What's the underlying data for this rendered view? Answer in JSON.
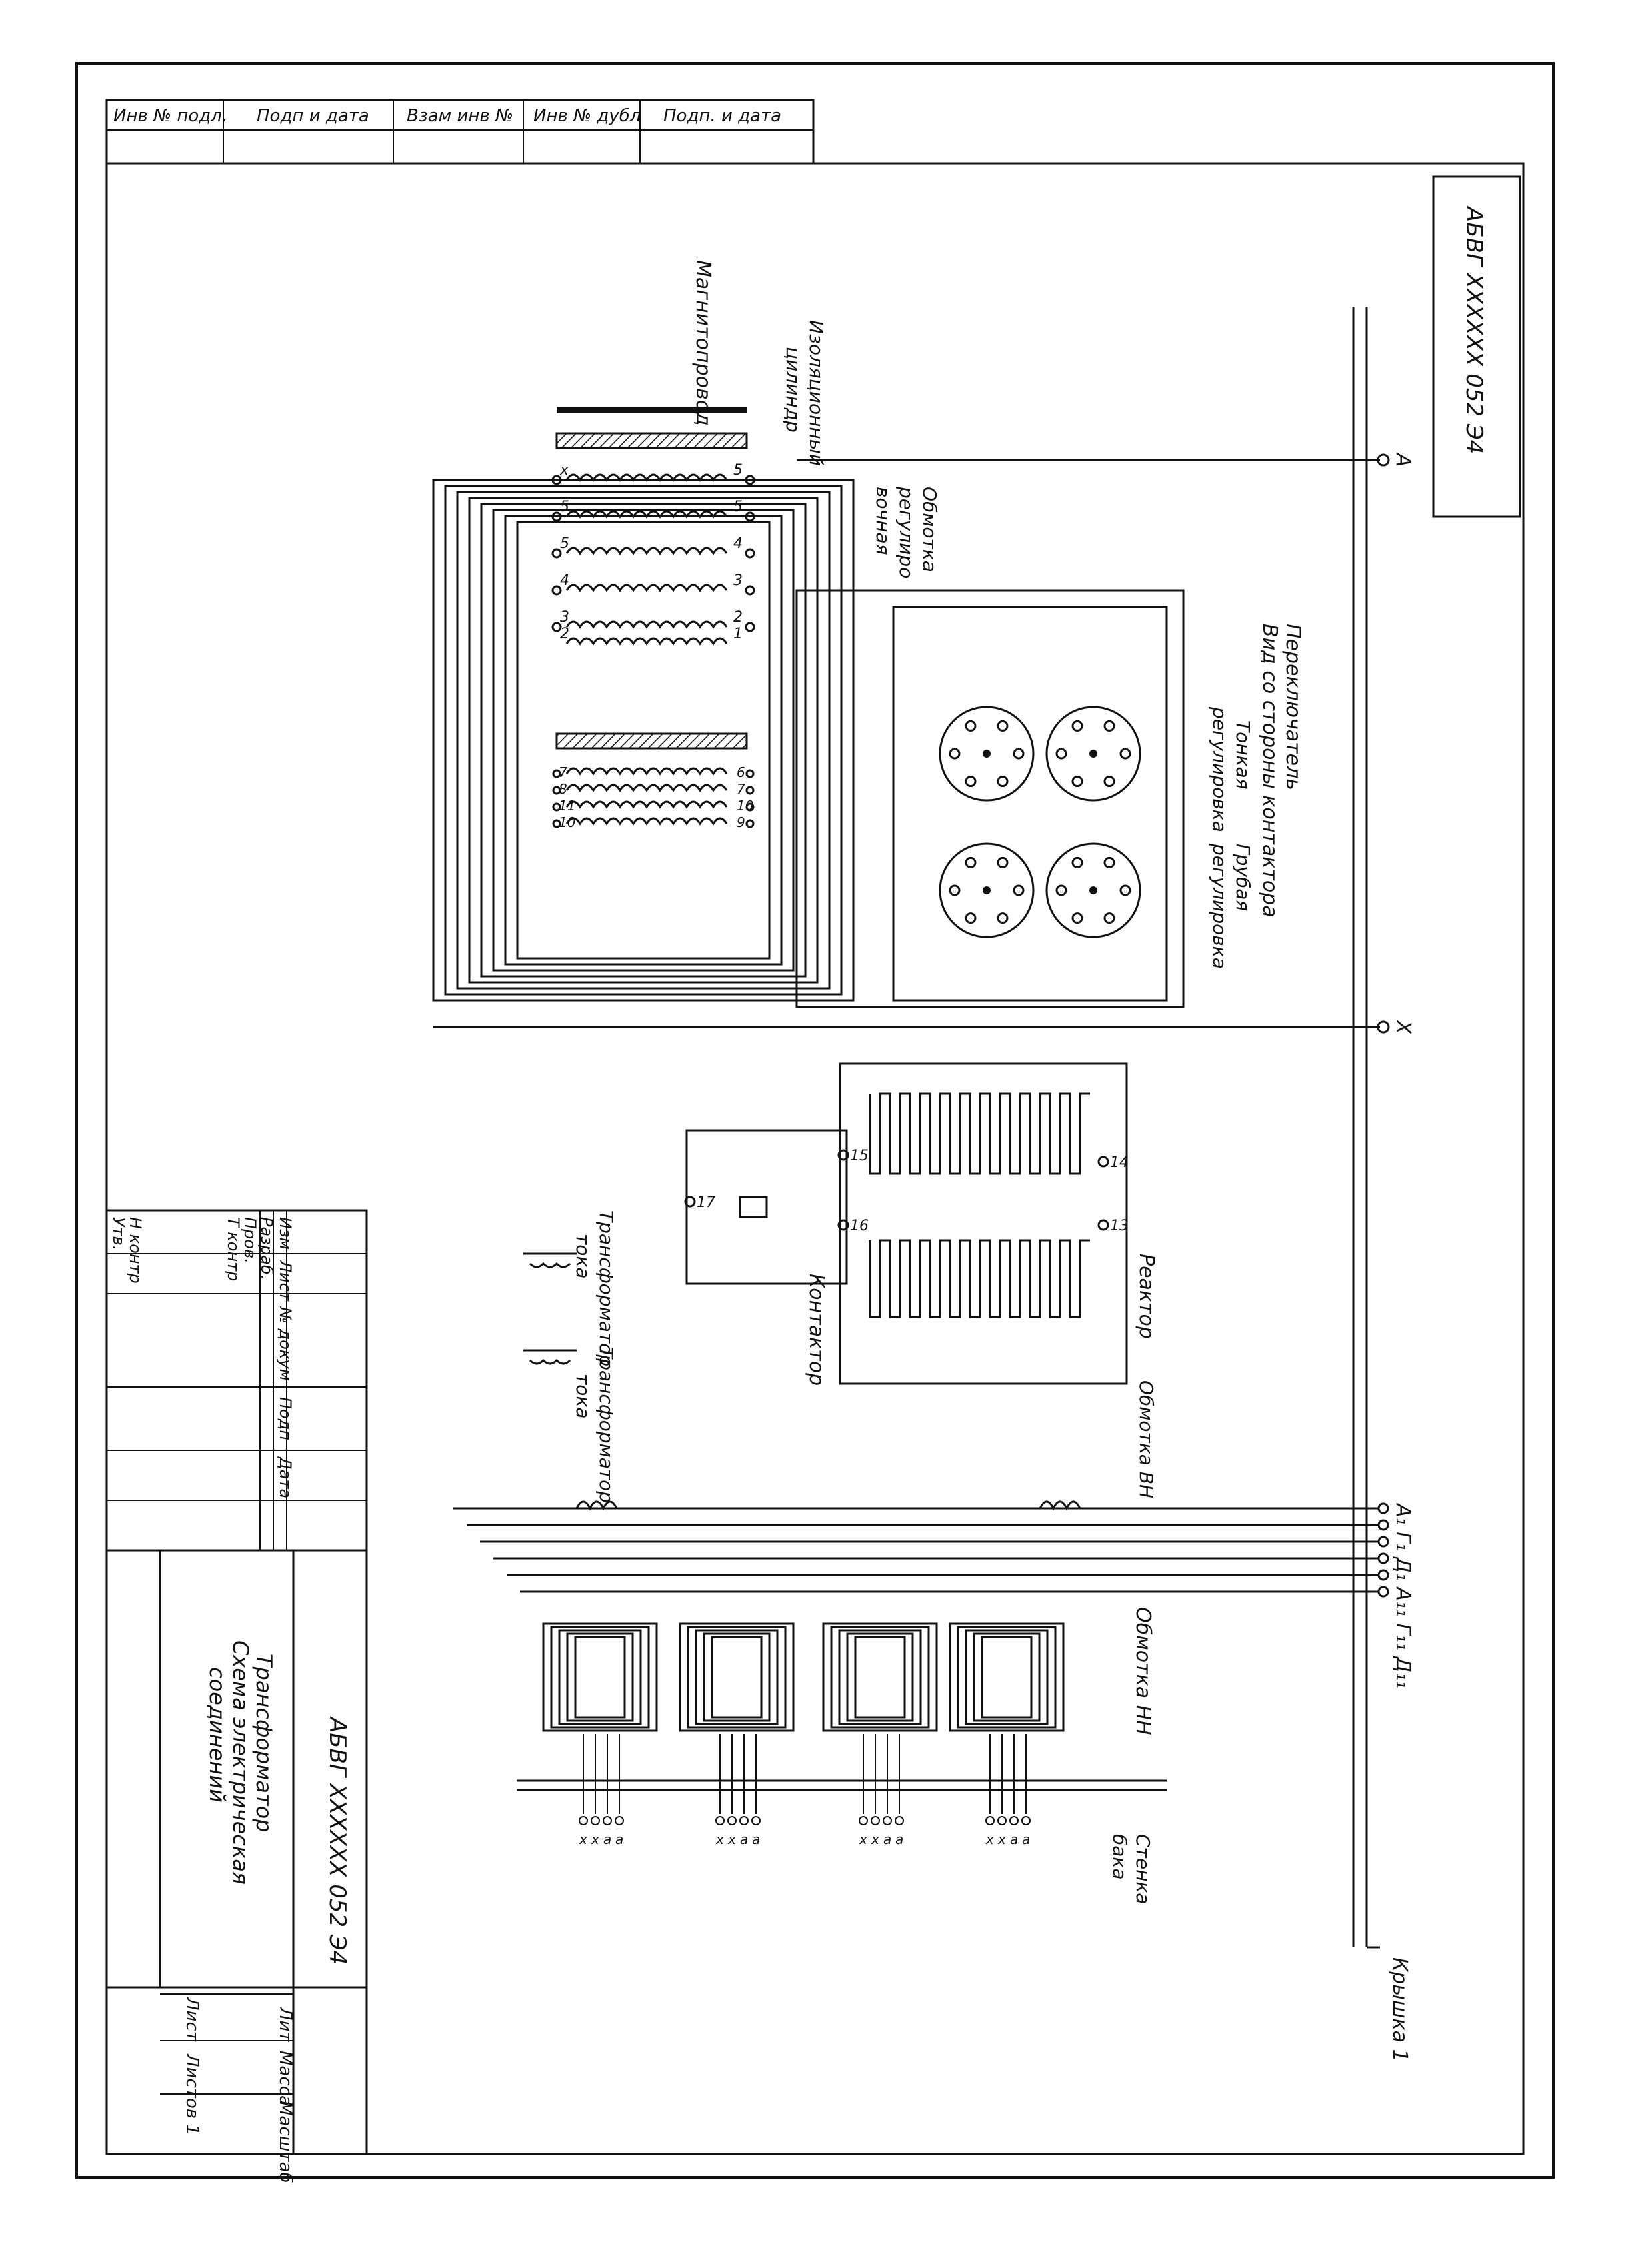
{
  "stamp_top": {
    "columns": [
      "Инв № подл.",
      "Подп и дата",
      "Взам инв №",
      "Инв № дубл",
      "Подп. и дата"
    ]
  },
  "doc_code": "АБВГ XXXXXX 052 Э4",
  "labels": {
    "magnetoprovod": "Магнитопровод",
    "insulation": [
      "Изоляционный",
      "цилиндр"
    ],
    "winding_reg": [
      "Обмотка",
      "регулиро",
      "вочная"
    ],
    "switch_title": [
      "Переключатель",
      "Вид со стороны контактора"
    ],
    "fine": [
      "Тонкая",
      "регулировка"
    ],
    "coarse": [
      "Грубая",
      "регулировка"
    ],
    "reactor": "Реактор",
    "contactor": "Контактор",
    "ct1": [
      "Трансформатор",
      "тока"
    ],
    "ct2": [
      "Трансформатор",
      "тока"
    ],
    "winding_hv": "Обмотка ВН",
    "winding_lv": "Обмотка НН",
    "tank_wall": [
      "Стенка",
      "бака"
    ],
    "lid": "Крышка 1",
    "term_A": "А",
    "term_X": "Х",
    "term_x": "х",
    "hv_terminals": "А₁ Г₁ Д₁ А₁₁ Г₁₁ Д₁₁",
    "lv_terms": [
      "х",
      "х",
      "а",
      "а"
    ],
    "reactor_terms": [
      "15",
      "16",
      "14",
      "13",
      "17"
    ]
  },
  "tap_numbers_top": [
    "1",
    "2",
    "3",
    "4",
    "5",
    "5"
  ],
  "tap_numbers_bottom": [
    "2",
    "3",
    "4",
    "5",
    "5",
    "х"
  ],
  "fine_taps_top": [
    "6",
    "7",
    "10",
    "9"
  ],
  "fine_taps_bottom": [
    "7",
    "8",
    "11",
    "10"
  ],
  "title_block": {
    "code": "АБВГ XXXXXX 052 Э4",
    "name": [
      "Трансформатор",
      "Схема электрическая",
      "соединений"
    ],
    "col_headers": [
      "Изм",
      "Лист",
      "№ докум",
      "Подп",
      "Дата"
    ],
    "roles": [
      "Разраб.",
      "Пров.",
      "Т контр",
      "Н контр",
      "Утв."
    ],
    "lit": "Лит",
    "mass": "Масса",
    "scale": "Масштаб",
    "sheet": "Лист",
    "sheets": "Листов 1"
  }
}
